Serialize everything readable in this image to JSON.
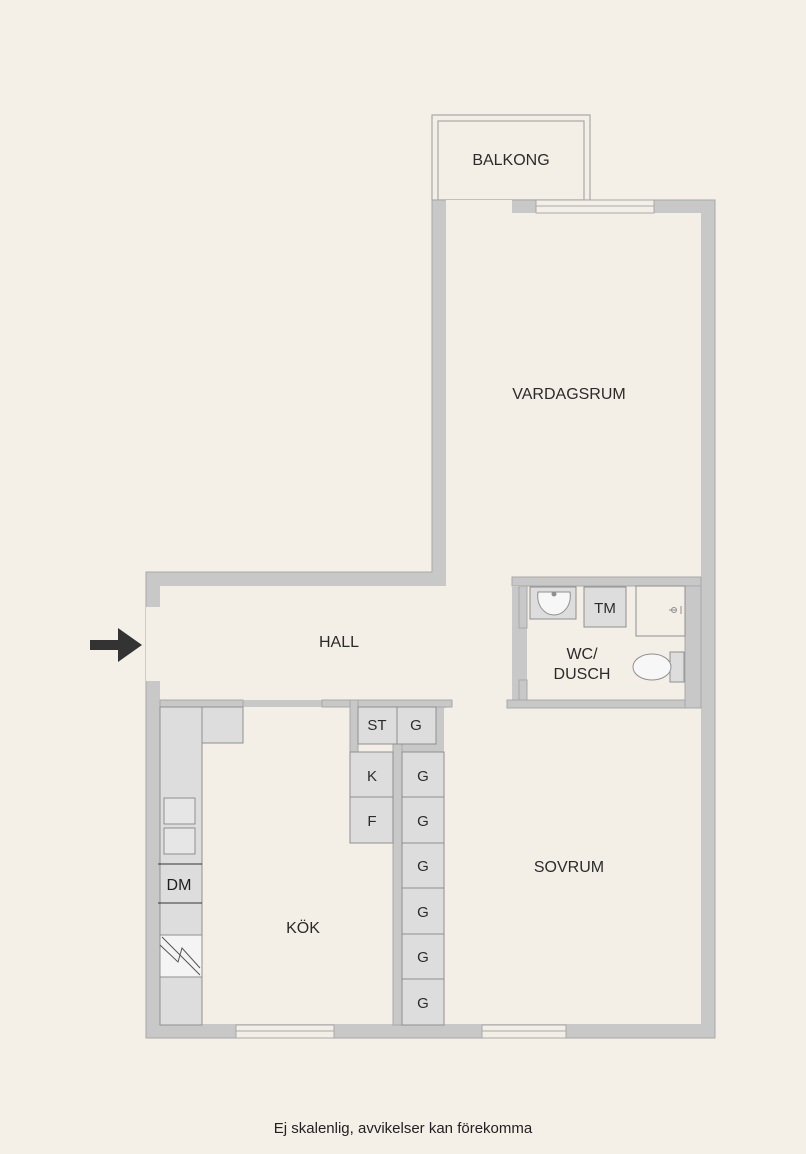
{
  "colors": {
    "background": "#f4efe7",
    "floor": "#f4efe6",
    "wall": "#c8c8c8",
    "wall_edge": "#a9a9a9",
    "fixture": "#dddddd",
    "fixture_edge": "#8f8f8f",
    "arrow": "#333333"
  },
  "rooms": {
    "balkong": "BALKONG",
    "vardagsrum": "VARDAGSRUM",
    "hall": "HALL",
    "wc_line1": "WC/",
    "wc_line2": "DUSCH",
    "kok": "KÖK",
    "sovrum": "SOVRUM"
  },
  "fixtures": {
    "tm": "TM",
    "st": "ST",
    "g_hall": "G",
    "k": "K",
    "f": "F",
    "dm": "DM",
    "wardrobe": [
      "G",
      "G",
      "G",
      "G",
      "G",
      "G"
    ]
  },
  "icons": {
    "entrance": "entrance-arrow-icon",
    "sink": "sink-icon",
    "toilet": "toilet-icon",
    "shower": "shower-icon",
    "stove": "stove-icon",
    "fridge": "refrigerator-icon"
  },
  "footer": "Ej skalenlig, avvikelser kan förekomma"
}
